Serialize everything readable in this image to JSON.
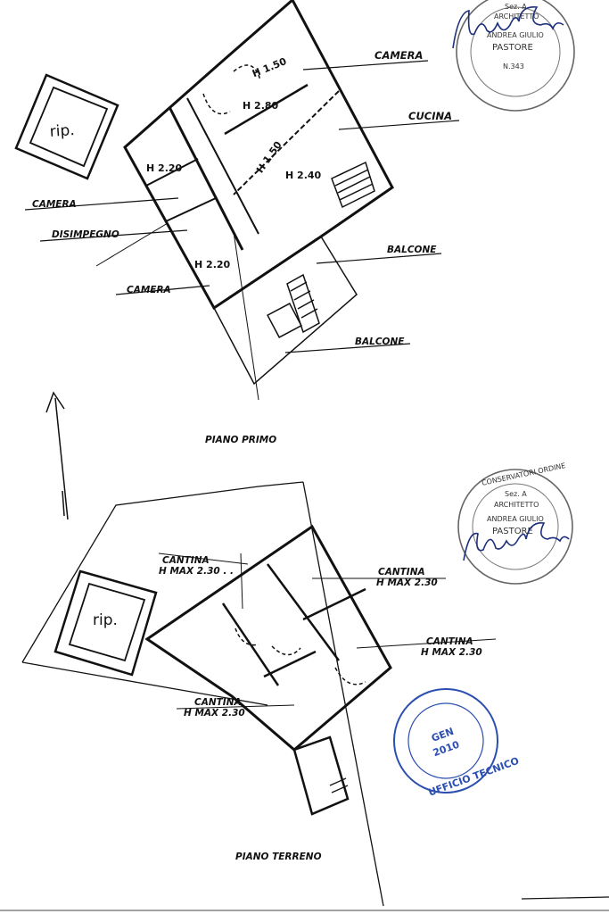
{
  "first_floor": {
    "title": "PIANO PRIMO",
    "labels": {
      "camera_top": "CAMERA",
      "cucina": "CUCINA",
      "camera_left": "CAMERA",
      "disimpegno": "DISIMPEGNO",
      "camera_bottom": "CAMERA",
      "balcone_1": "BALCONE",
      "balcone_2": "BALCONE"
    },
    "heights": {
      "h1": "H 1.50",
      "h2": "H 2.80",
      "h3": "H 1.50",
      "h4": "H 2.40",
      "h5": "H 2.20",
      "h6": "H 2.20"
    },
    "rip": "rip."
  },
  "ground_floor": {
    "title": "PIANO TERRENO",
    "cantine": [
      {
        "label": "CANTINA",
        "height": "H MAX 2.30 . ."
      },
      {
        "label": "CANTINA",
        "height": "H MAX 2.30"
      },
      {
        "label": "CANTINA",
        "height": "H MAX 2.30"
      },
      {
        "label": "CANTINA",
        "height": "H MAX 2.30"
      }
    ],
    "rip": "rip."
  },
  "stamps": {
    "architect_top": {
      "lines": [
        "Sez. A",
        "ARCHITETTO",
        "ANDREA GIULIO",
        "PASTORE",
        "N.343"
      ]
    },
    "architect_bottom": {
      "ring": "CONSERVATORI ORDINE",
      "lines": [
        "Sez. A",
        "ARCHITETTO",
        "ANDREA GIULIO",
        "PASTORE"
      ]
    },
    "office": {
      "ring": "UFFICIO TECNICO",
      "center": [
        "GEN",
        "2010"
      ]
    }
  },
  "colors": {
    "ink": "#111111",
    "stamp_gray": "#555555",
    "stamp_blue": "#2b4fb0"
  }
}
